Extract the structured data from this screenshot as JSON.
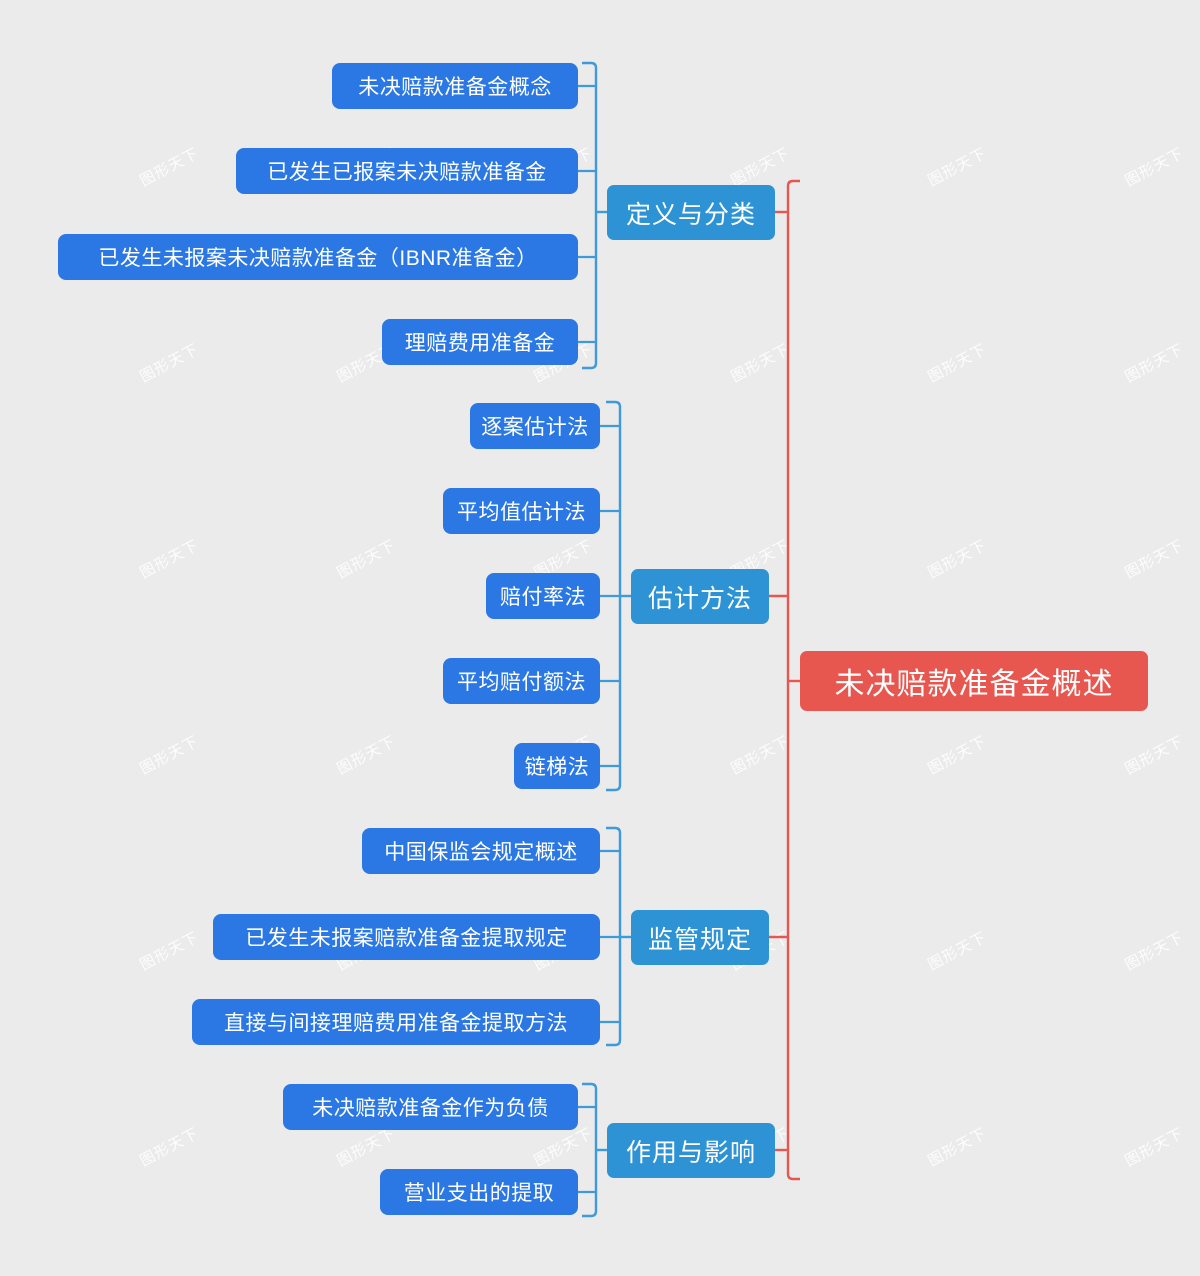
{
  "diagram": {
    "type": "mindmap",
    "title": "未决赔款准备金概述",
    "watermark_text": "图形天下",
    "background_color": "#ebebeb",
    "colors": {
      "root": "#e8574f",
      "branch": "#2e93d4",
      "leaf": "#2b78e4",
      "root_connector": "#e8574f",
      "branch_connector": "#3e9ad8",
      "text": "#ffffff"
    },
    "root": {
      "label": "未决赔款准备金概述"
    },
    "branches": [
      {
        "label": "定义与分类",
        "children": [
          {
            "label": "未决赔款准备金概念"
          },
          {
            "label": "已发生已报案未决赔款准备金"
          },
          {
            "label": "已发生未报案未决赔款准备金（IBNR准备金）"
          },
          {
            "label": "理赔费用准备金"
          }
        ]
      },
      {
        "label": "估计方法",
        "children": [
          {
            "label": "逐案估计法"
          },
          {
            "label": "平均值估计法"
          },
          {
            "label": "赔付率法"
          },
          {
            "label": "平均赔付额法"
          },
          {
            "label": "链梯法"
          }
        ]
      },
      {
        "label": "监管规定",
        "children": [
          {
            "label": "中国保监会规定概述"
          },
          {
            "label": "已发生未报案赔款准备金提取规定"
          },
          {
            "label": "直接与间接理赔费用准备金提取方法"
          }
        ]
      },
      {
        "label": "作用与影响",
        "children": [
          {
            "label": "未决赔款准备金作为负债"
          },
          {
            "label": "营业支出的提取"
          }
        ]
      }
    ]
  }
}
